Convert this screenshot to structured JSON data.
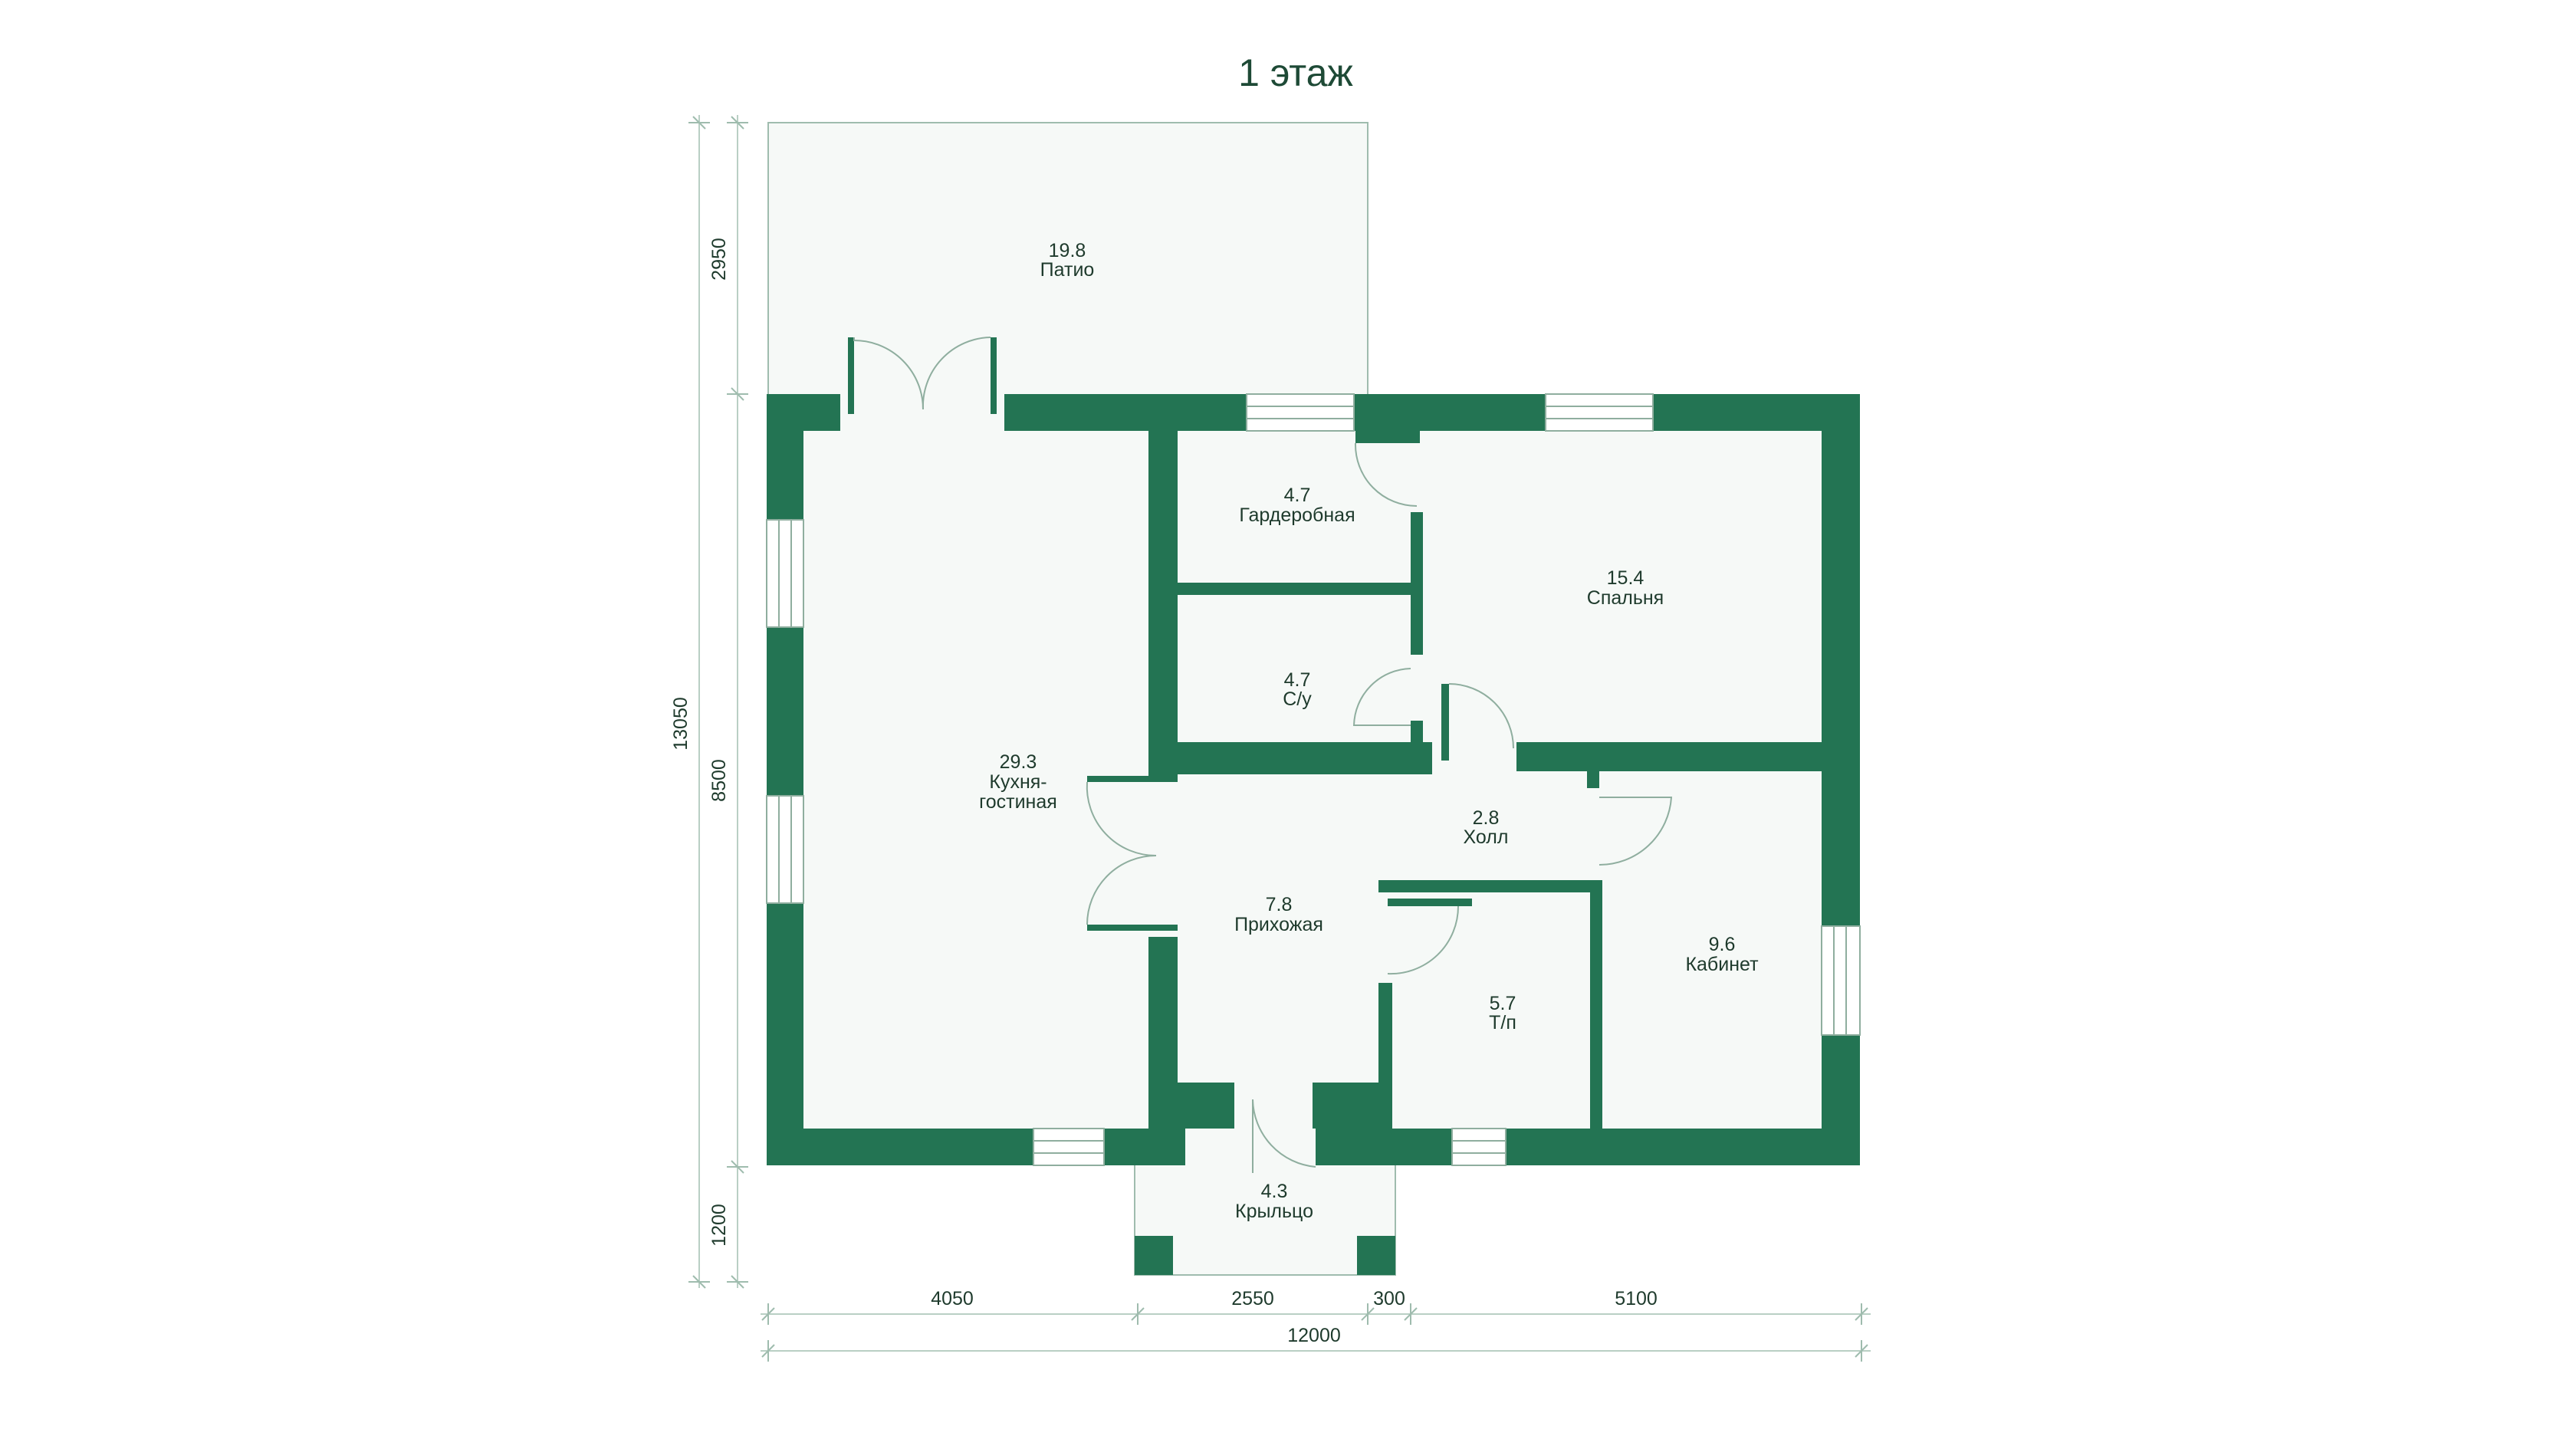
{
  "floor_title": "1 этаж",
  "rooms": [
    {
      "id": "patio",
      "area": "19.8",
      "name": "Патио"
    },
    {
      "id": "wardrobe",
      "area": "4.7",
      "name": "Гардеробная"
    },
    {
      "id": "bedroom",
      "area": "15.4",
      "name": "Спальня"
    },
    {
      "id": "bathroom",
      "area": "4.7",
      "name": "С/у"
    },
    {
      "id": "kitchen",
      "area": "29.3",
      "name": "Кухня-",
      "name2": "гостиная"
    },
    {
      "id": "hall",
      "area": "2.8",
      "name": "Холл"
    },
    {
      "id": "entrance",
      "area": "7.8",
      "name": "Прихожая"
    },
    {
      "id": "toilet",
      "area": "5.7",
      "name": "Т/п"
    },
    {
      "id": "study",
      "area": "9.6",
      "name": "Кабинет"
    },
    {
      "id": "porch",
      "area": "4.3",
      "name": "Крыльцо"
    }
  ],
  "dimensions": {
    "left": [
      "2950",
      "13050",
      "8500",
      "1200"
    ],
    "bottom": [
      "4050",
      "2550",
      "300",
      "5100"
    ],
    "total": "12000"
  },
  "colors": {
    "wall": "#237453",
    "room": "#f6f9f7",
    "text": "#1e3a2c"
  }
}
